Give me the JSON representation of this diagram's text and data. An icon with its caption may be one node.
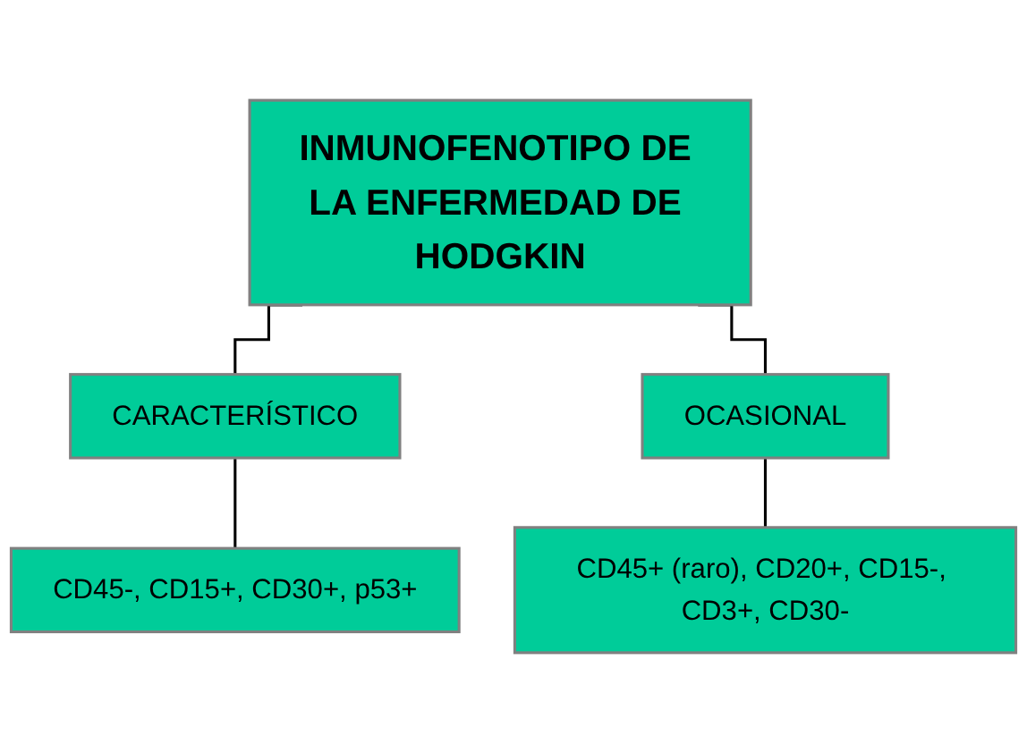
{
  "diagram": {
    "nodes": [
      {
        "text": [
          "INMUNOFENOTIPO DE LA ENFERMEDAD DE HODGKIN"
        ]
      },
      {
        "text": [
          "CARACTERÍSTICO"
        ]
      },
      {
        "text": [
          "OCASIONAL"
        ]
      },
      {
        "text": [
          "CD45-, CD15+, CD30+, p53+"
        ]
      },
      {
        "text": [
          "CD45+ (raro), CD20+, CD15-, CD3+, CD30-"
        ]
      }
    ],
    "edges": [
      {
        "from": 0,
        "to": 1,
        "arrow": "none"
      },
      {
        "from": 0,
        "to": 2,
        "arrow": "none"
      },
      {
        "from": 1,
        "to": 3,
        "arrow": "none"
      },
      {
        "from": 2,
        "to": 4,
        "arrow": "none"
      }
    ]
  }
}
